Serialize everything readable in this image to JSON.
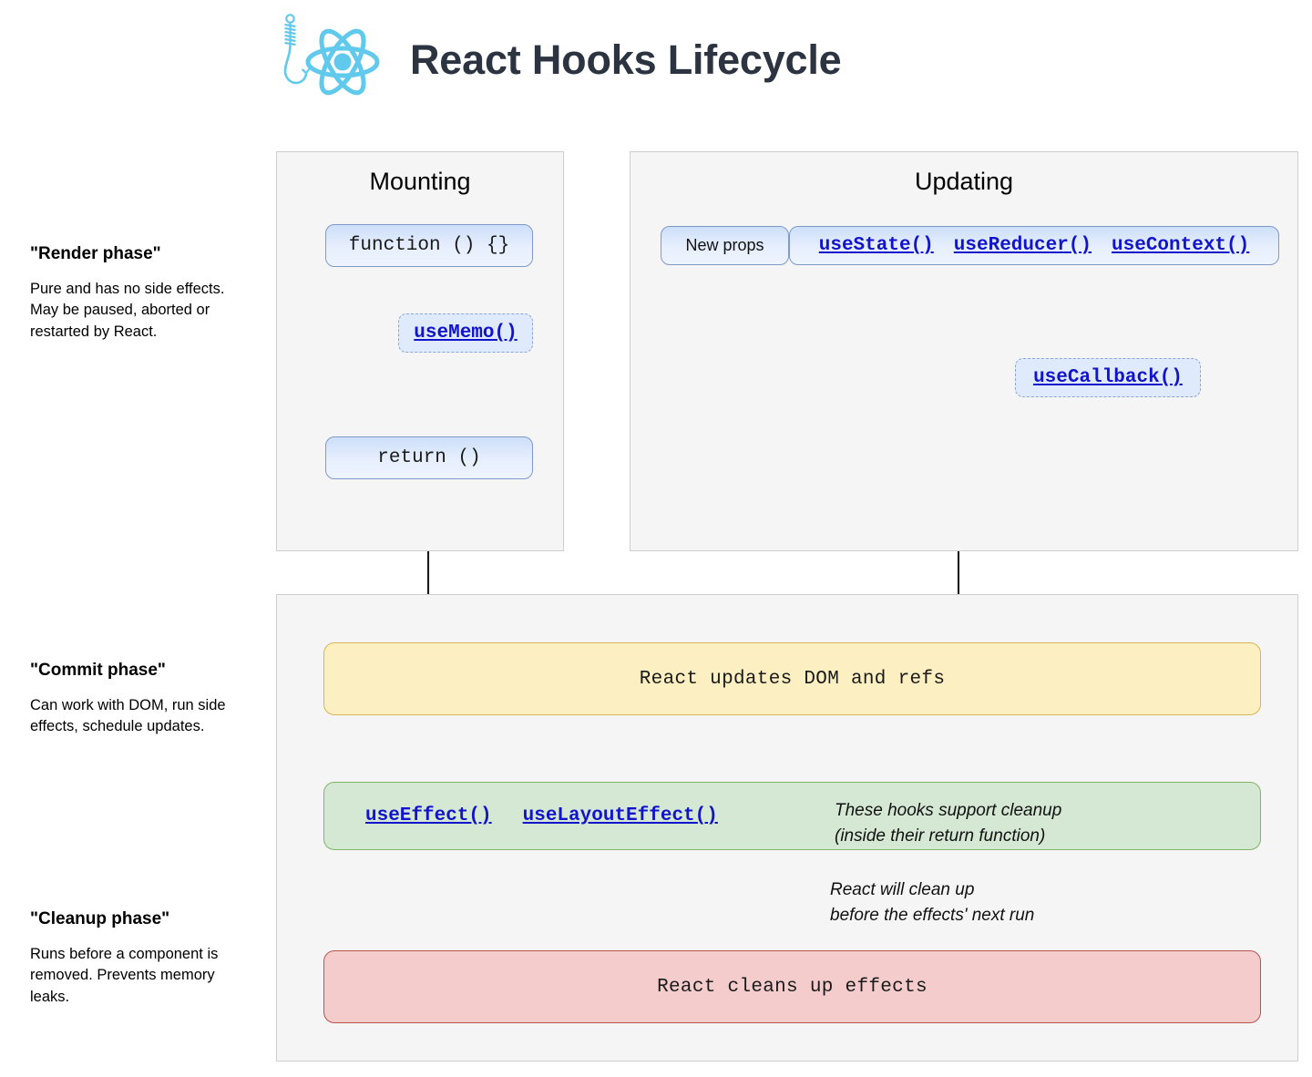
{
  "header": {
    "title": "React Hooks Lifecycle",
    "logo_icon": "react-atom-hook-icon",
    "logo_color": "#61c9ec"
  },
  "phases": [
    {
      "id": "render",
      "title": "\"Render phase\"",
      "description": "Pure and has no side effects. May be paused, aborted or restarted by React."
    },
    {
      "id": "commit",
      "title": "\"Commit phase\"",
      "description": "Can work with DOM, run side effects, schedule updates."
    },
    {
      "id": "cleanup",
      "title": "\"Cleanup phase\"",
      "description": "Runs before a component is removed. Prevents memory leaks."
    }
  ],
  "panels": {
    "mounting": {
      "title": "Mounting"
    },
    "updating": {
      "title": "Updating"
    },
    "commit": {
      "title": ""
    }
  },
  "nodes": {
    "function": {
      "label": "function () {}"
    },
    "usememo": {
      "label": "useMemo()"
    },
    "return": {
      "label": "return ()"
    },
    "newprops": {
      "label": "New props"
    },
    "usestate": {
      "label": "useState()"
    },
    "usereducer": {
      "label": "useReducer()"
    },
    "usecontext": {
      "label": "useContext()"
    },
    "usecallback": {
      "label": "useCallback()"
    },
    "dom": {
      "label": "React updates DOM and refs"
    },
    "useeffect": {
      "label": "useEffect()"
    },
    "uselayouteffect": {
      "label": "useLayoutEffect()"
    },
    "cleanup": {
      "label": "React cleans up effects"
    }
  },
  "annotations": {
    "effects_note_line1": "These hooks support cleanup",
    "effects_note_line2": "(inside their return function)",
    "cleanup_note_line1": "React will clean up",
    "cleanup_note_line2": "before the effects' next run"
  },
  "colors": {
    "panel_bg": "#f5f5f5",
    "panel_border": "#cfcfcf",
    "node_blue_fill": "#dfeafc",
    "node_blue_border": "#7f99c9",
    "link_blue": "#1114cc",
    "dom_fill": "#fcefc2",
    "dom_border": "#d6b656",
    "effects_fill": "#d5e8d4",
    "effects_border": "#82b366",
    "cleanup_fill": "#f4cccc",
    "cleanup_border": "#b85450",
    "title_color": "#2b3440"
  }
}
